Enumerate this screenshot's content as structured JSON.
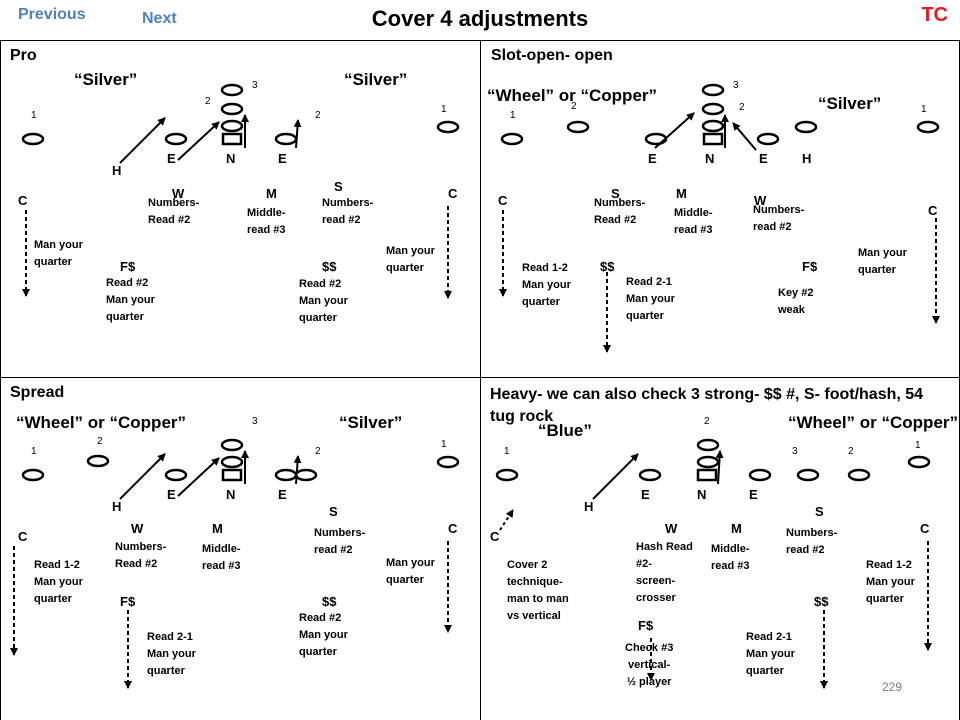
{
  "nav": {
    "previous": "Previous",
    "next": "Next"
  },
  "title": "Cover 4 adjustments",
  "logo": "TC",
  "page_number": "229",
  "panels": [
    {
      "title": "Pro",
      "calls": [
        "“Silver”",
        "“Silver”"
      ],
      "numbers": [
        "3",
        "2",
        "1",
        "2",
        "1"
      ],
      "players": [
        "E",
        "N",
        "E",
        "H",
        "W",
        "M",
        "S",
        "C",
        "C",
        "F$",
        "$$"
      ],
      "notes": [
        "Numbers-\nRead #2",
        "Middle-\nread #3",
        "Numbers-\nread #2",
        "Man your\nquarter",
        "Man your\nquarter",
        "Read #2\nMan your\nquarter",
        "Read #2\nMan your\nquarter"
      ]
    },
    {
      "title": "Slot-open- open",
      "calls": [
        "“Wheel” or “Copper”",
        "“Silver”"
      ],
      "numbers": [
        "3",
        "2",
        "2",
        "1",
        "1"
      ],
      "players": [
        "E",
        "N",
        "E",
        "H",
        "S",
        "M",
        "W",
        "C",
        "C",
        "$$",
        "F$"
      ],
      "notes": [
        "Numbers-\nRead #2",
        "Middle-\nread #3",
        "Numbers-\nread #2",
        "Read 1-2\nMan your\nquarter",
        "Read 2-1\nMan your\nquarter",
        "Key #2\nweak",
        "Man your\nquarter"
      ]
    },
    {
      "title": "Spread",
      "calls": [
        "“Wheel” or “Copper”",
        "“Silver”"
      ],
      "numbers": [
        "3",
        "2",
        "1",
        "2",
        "1"
      ],
      "players": [
        "E",
        "N",
        "E",
        "H",
        "W",
        "M",
        "S",
        "C",
        "C",
        "F$",
        "$$"
      ],
      "notes": [
        "Numbers-\nRead #2",
        "Middle-\nread #3",
        "Numbers-\nread #2",
        "Read 1-2\nMan your\nquarter",
        "Man your\nquarter",
        "Read 2-1\nMan your\nquarter",
        "Read #2\nMan your\nquarter"
      ]
    },
    {
      "title": "Heavy- we can also check 3 strong- $$ #, S- foot/hash, 54\ntug rock",
      "calls": [
        "“Blue”",
        "“Wheel” or “Copper”"
      ],
      "numbers": [
        "2",
        "1",
        "3",
        "2",
        "1"
      ],
      "players": [
        "E",
        "N",
        "E",
        "H",
        "W",
        "M",
        "S",
        "C",
        "C",
        "F$",
        "$$"
      ],
      "notes": [
        "Hash Read\n#2-\nscreen-\ncrosser",
        "Middle-\nread #3",
        "Numbers-\nread #2",
        "Cover 2\ntechnique-\nman to man\nvs vertical",
        "Check #3\nvertical-\n½ player",
        "Read 2-1\nMan your\nquarter",
        "Read 1-2\nMan your\nquarter"
      ]
    }
  ]
}
